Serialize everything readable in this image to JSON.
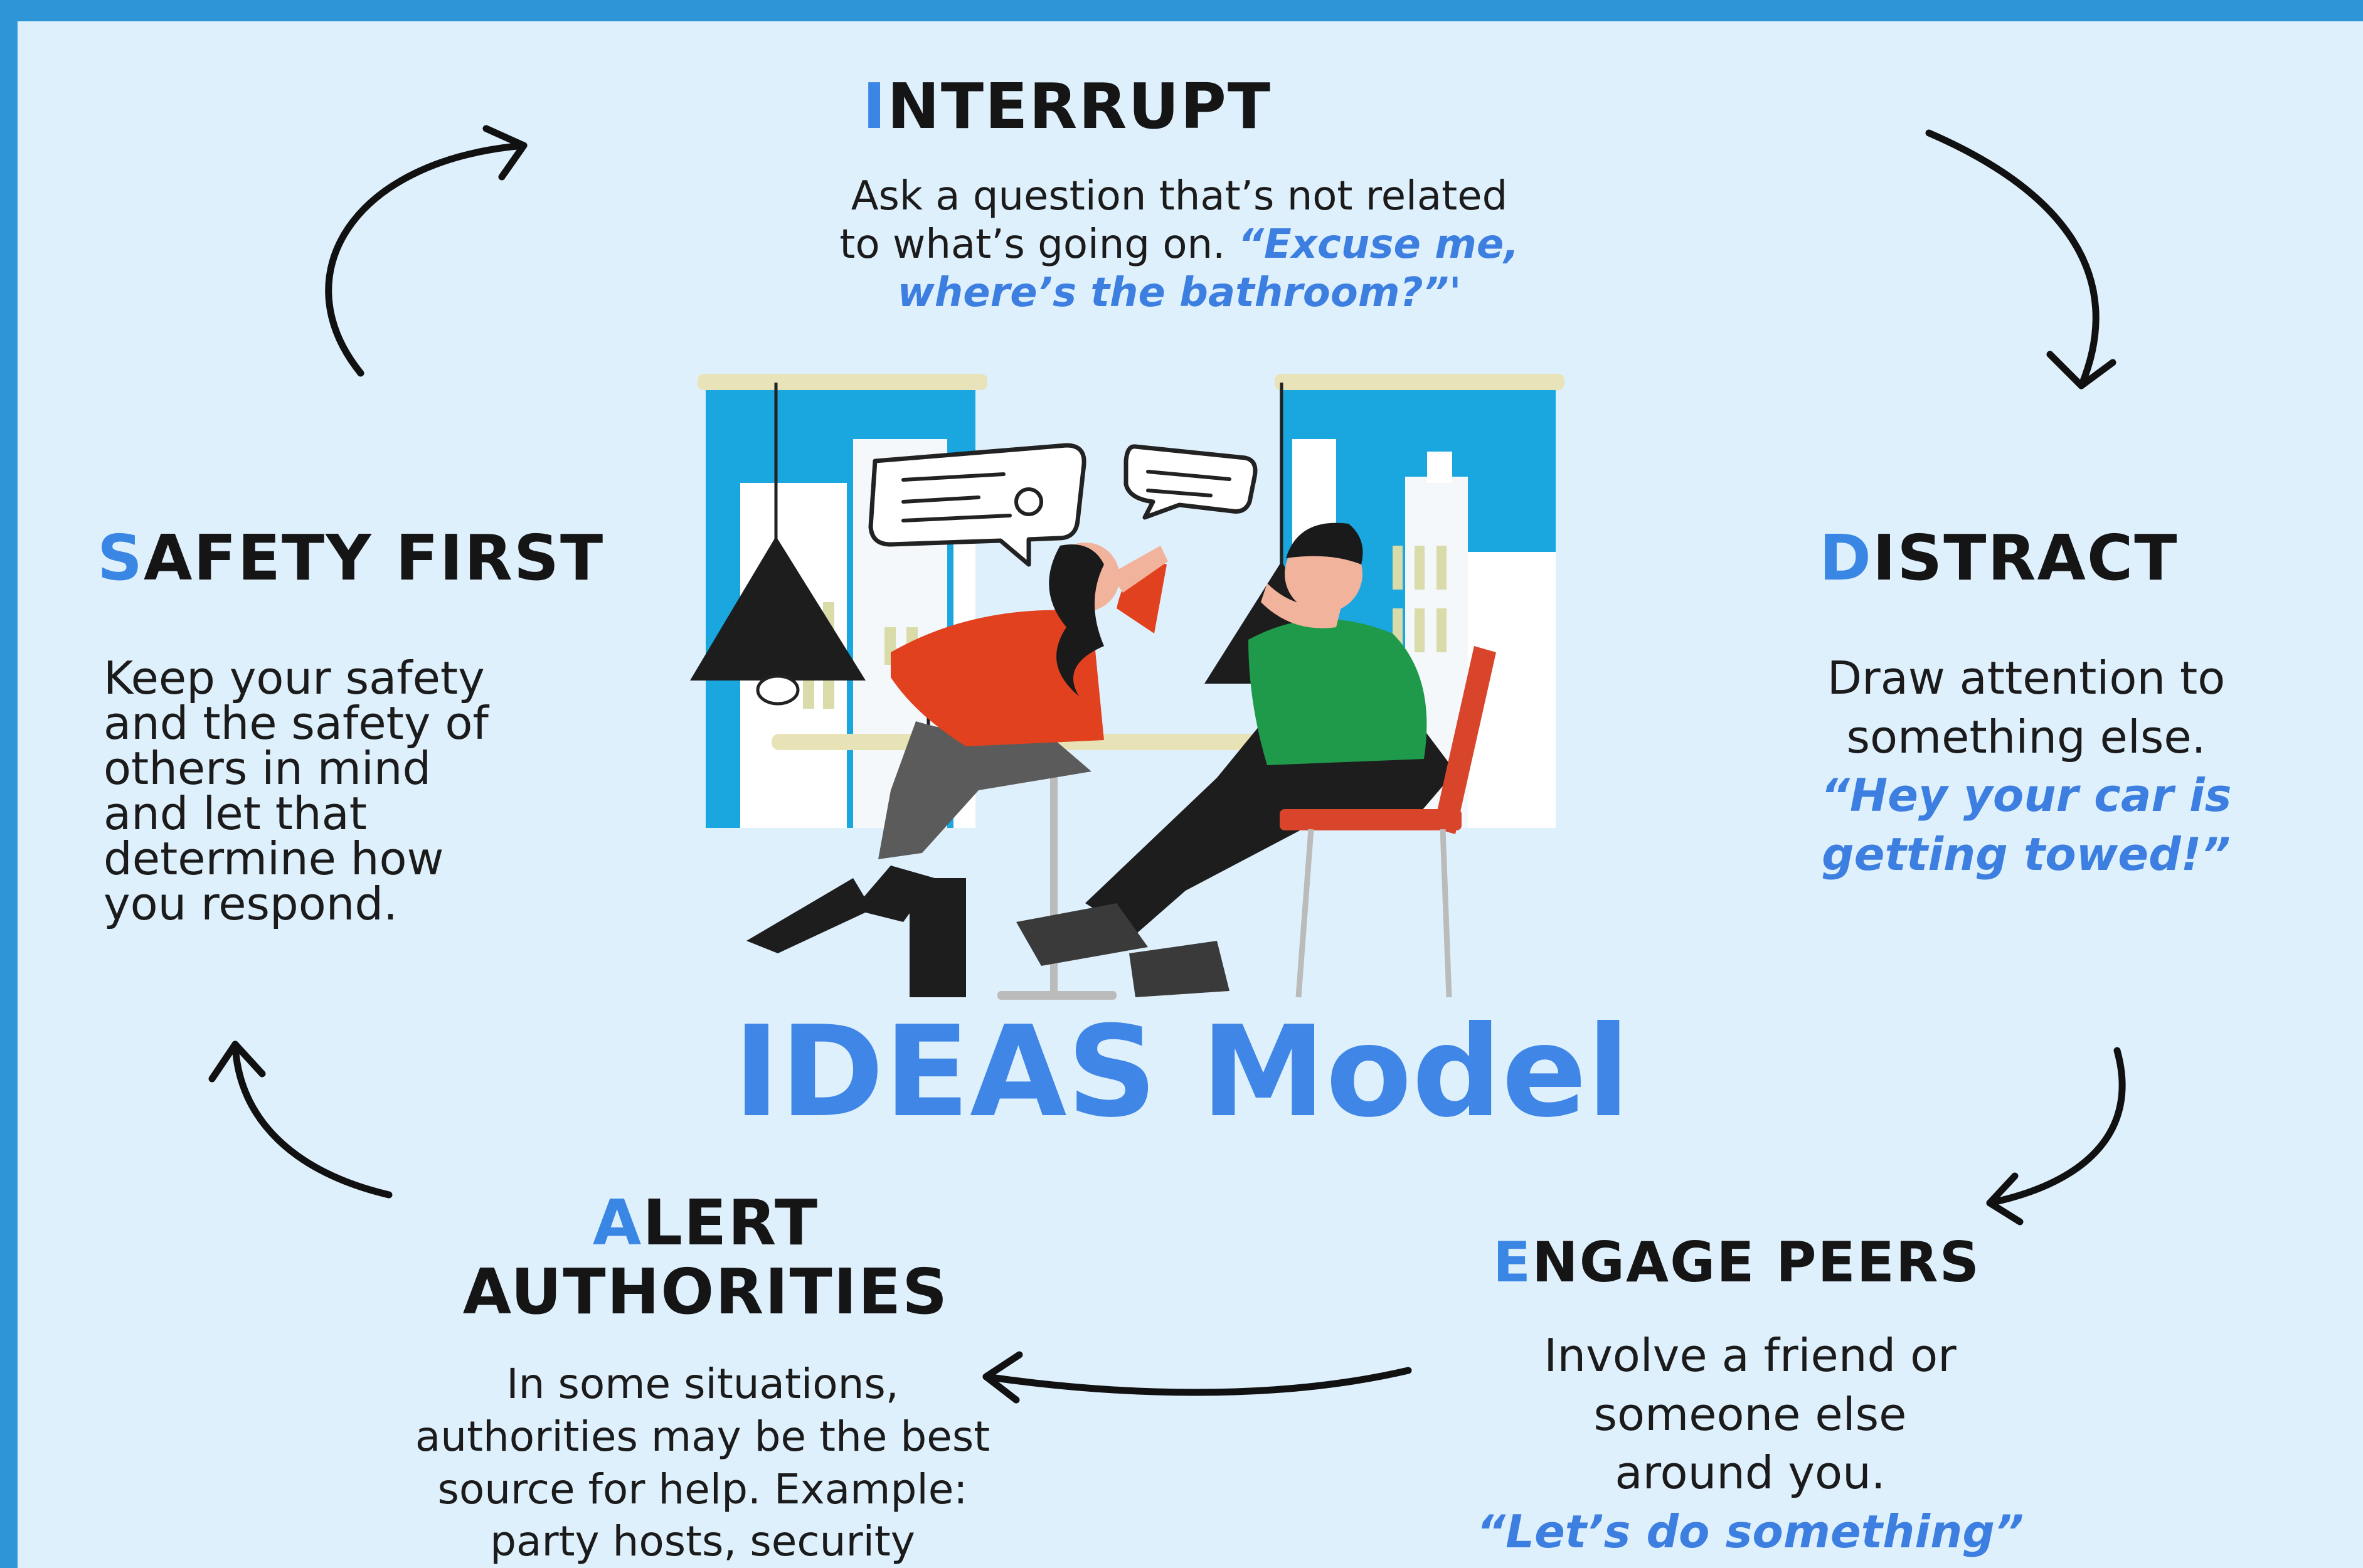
{
  "title": "IDEAS Model",
  "steps": [
    {
      "key": "interrupt",
      "initial": "I",
      "rest": "NTERRUPT",
      "lines": [
        "Ask a question that’s not related",
        "to what’s going on."
      ],
      "quote_lines": [
        "“Excuse me,",
        "where’s the bathroom?”'"
      ]
    },
    {
      "key": "distract",
      "initial": "D",
      "rest": "ISTRACT",
      "lines": [
        "Draw attention to",
        "something else."
      ],
      "quote_lines": [
        "“Hey your car is",
        "getting towed!”"
      ]
    },
    {
      "key": "engage-peers",
      "initial": "E",
      "rest": "NGAGE PEERS",
      "lines": [
        "Involve a friend or",
        "someone else",
        "around you."
      ],
      "quote_lines": [
        "“Let’s do something”"
      ]
    },
    {
      "key": "alert-authorities",
      "initial": "A",
      "rest": "LERT",
      "rest_line2": "AUTHORITIES",
      "lines": [
        "In some situations,",
        "authorities may be the best",
        "source for help. Example:",
        "party hosts, security"
      ],
      "quote_lines": []
    },
    {
      "key": "safety-first",
      "initial": "S",
      "rest": "AFETY FIRST",
      "lines": [
        "Keep your safety",
        "and the safety of",
        "others in mind",
        "and let that",
        "determine how",
        "you respond."
      ],
      "quote_lines": []
    }
  ],
  "colors": {
    "accent": "#3a86e4",
    "frame": "#2e96d6",
    "background": "#dff0fd",
    "window_sky": "#1aa7e0",
    "woman_shirt": "#e2411f",
    "man_shirt": "#1f9a4b",
    "chair": "#d8452b"
  },
  "icons": [
    "cycle-arrow-icon",
    "speech-bubble-icon",
    "pendant-lamp-icon"
  ]
}
